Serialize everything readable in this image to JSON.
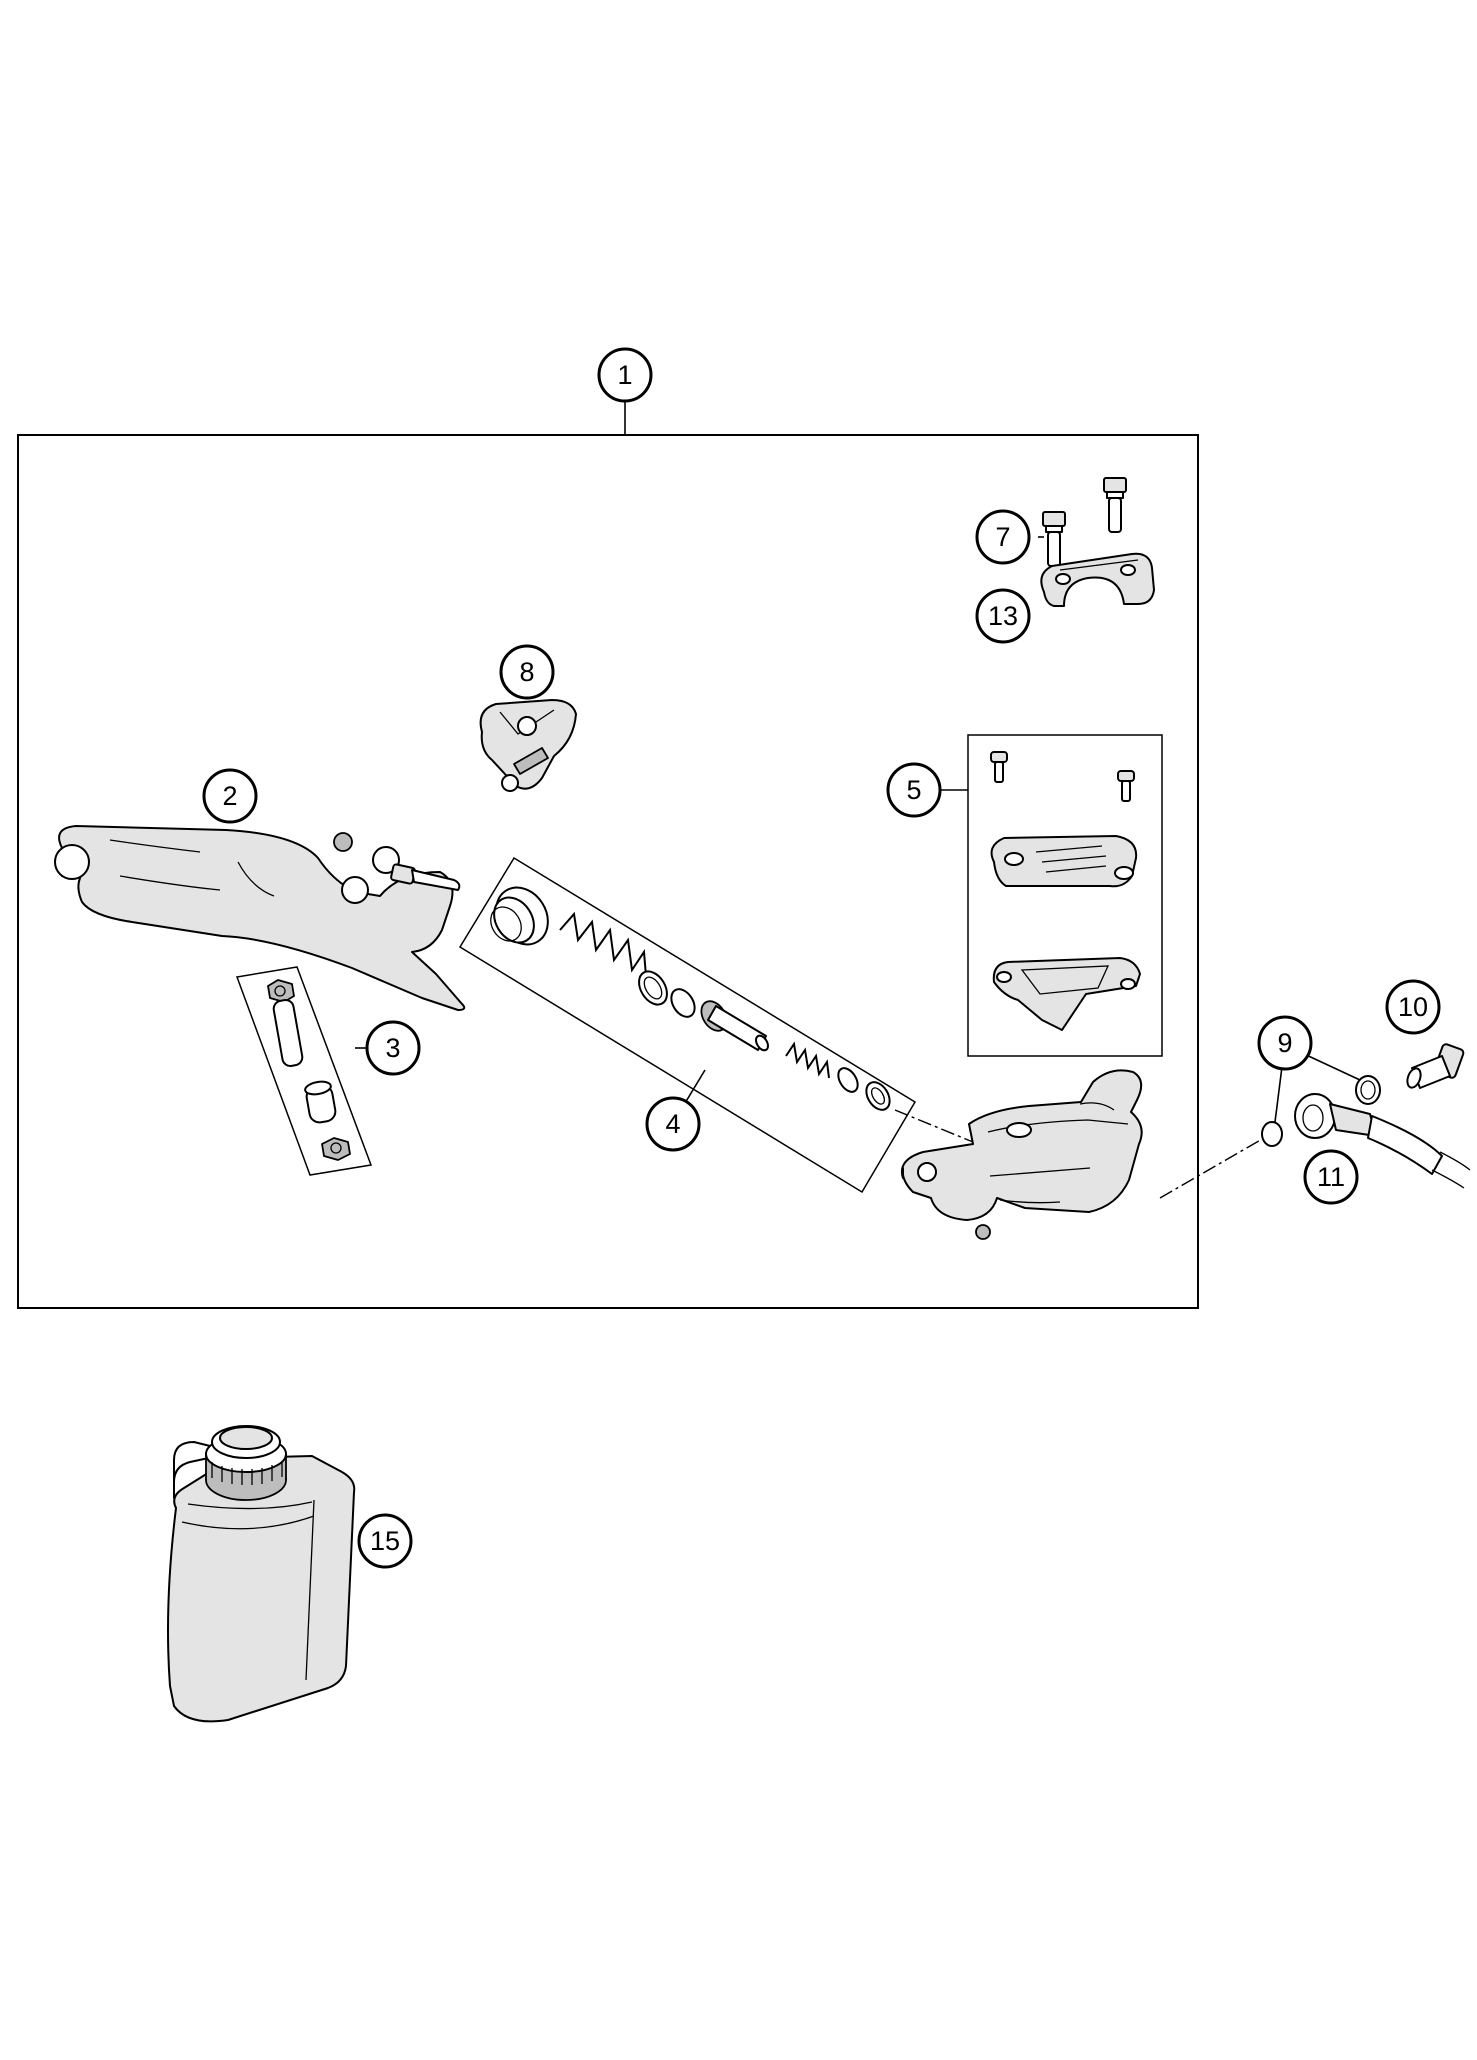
{
  "callouts": {
    "c1": "1",
    "c2": "2",
    "c3": "3",
    "c4": "4",
    "c5": "5",
    "c7": "7",
    "c8": "8",
    "c9": "9",
    "c10": "10",
    "c11": "11",
    "c13": "13",
    "c15": "15"
  },
  "colors": {
    "line": "#000000",
    "background": "#ffffff",
    "shade": "#e4e4e4"
  }
}
